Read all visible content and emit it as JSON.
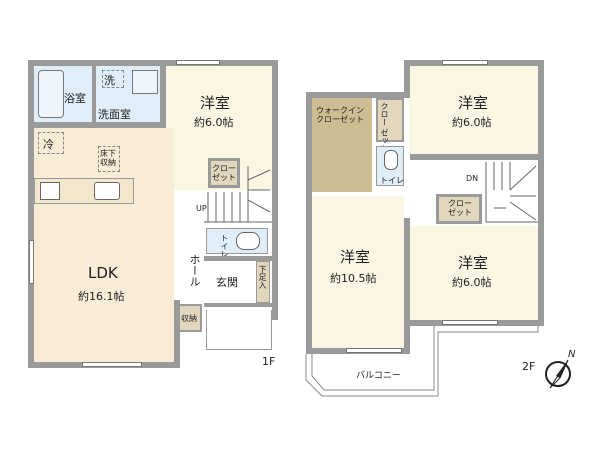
{
  "floor1": {
    "label": "1F",
    "rooms": {
      "bath": "浴室",
      "washroom": "洗面室",
      "washer": "洗",
      "western1": {
        "name": "洋室",
        "size": "約6.0帖"
      },
      "fridge": "冷",
      "underfloor_storage": "床下\n収納",
      "ldk": {
        "name": "LDK",
        "size": "約16.1帖"
      },
      "closet": "クロー\nゼット",
      "up": "UP",
      "toilet": "トイレ",
      "hall": "ホール",
      "entrance": "玄関",
      "shoe_storage": "下足入",
      "storage": "収納"
    }
  },
  "floor2": {
    "label": "2F",
    "rooms": {
      "walk_in_closet": "ウォークイン\nクローゼット",
      "closet_vertical": "クロー\nゼット",
      "western_ne": {
        "name": "洋室",
        "size": "約6.0帖"
      },
      "toilet": "トイレ",
      "dn": "DN",
      "closet": "クロー\nゼット",
      "western_big": {
        "name": "洋室",
        "size": "約10.5帖"
      },
      "western_se": {
        "name": "洋室",
        "size": "約6.0帖"
      },
      "balcony": "バルコニー"
    }
  },
  "compass": {
    "label": "N"
  },
  "colors": {
    "wall": "#9a9a9a",
    "room_cream": "#fbf6e3",
    "ldk": "#f8ecd6",
    "wet": "#dfeef8",
    "storage": "#e2d7bd",
    "walkin": "#cdbd92"
  }
}
